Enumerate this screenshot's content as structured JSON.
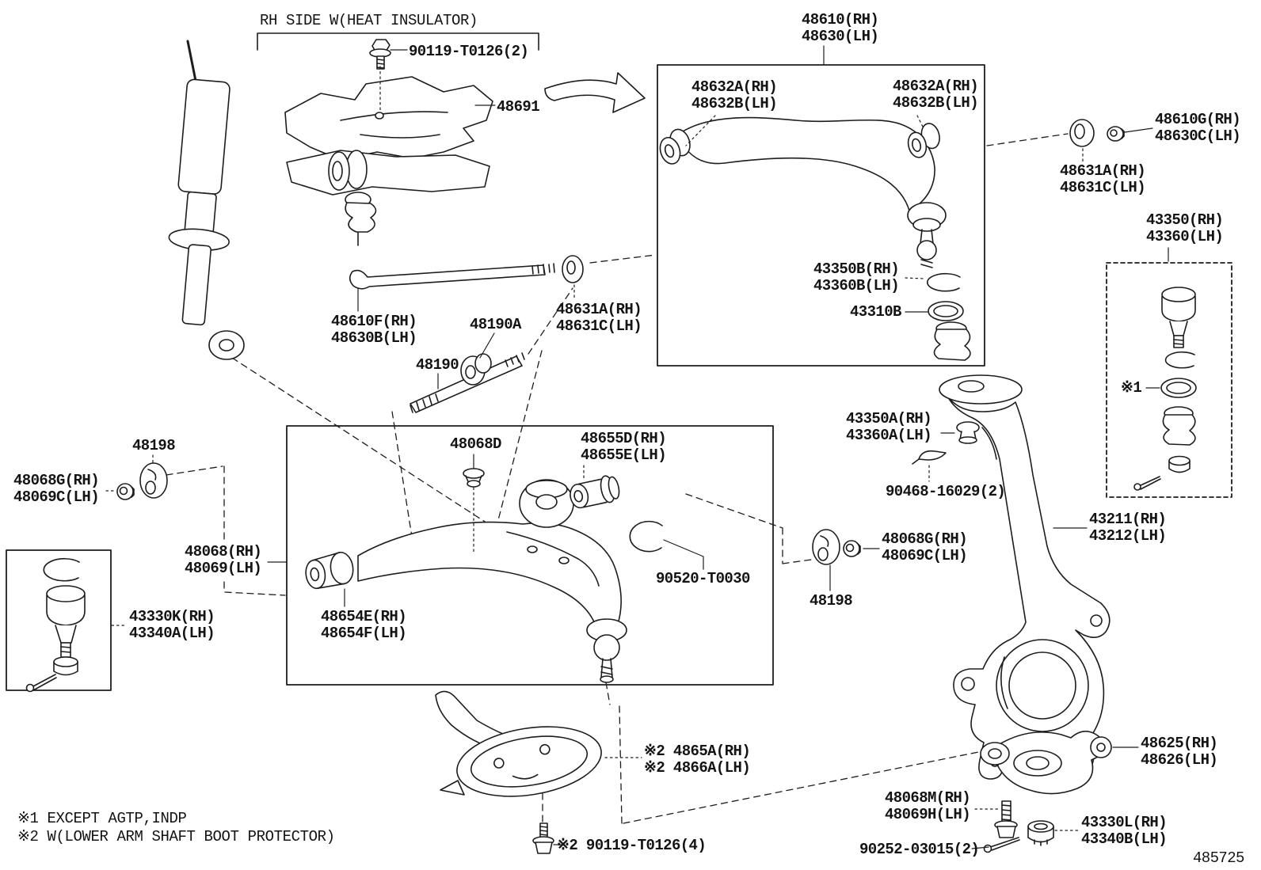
{
  "doc": {
    "figure_code": "485725",
    "heat_insulator_note": "RH SIDE W(HEAT INSULATOR)",
    "footnote1": "※1 EXCEPT AGTP,INDP",
    "footnote2": "※2 W(LOWER ARM SHAFT BOOT PROTECTOR)"
  },
  "labels": {
    "l90119_2": {
      "l1": "90119-T0126(2)"
    },
    "l48691": {
      "l1": "48691"
    },
    "l48610": {
      "l1": "48610(RH)",
      "l2": "48630(LH)"
    },
    "l48632a_l": {
      "l1": "48632A(RH)",
      "l2": "48632B(LH)"
    },
    "l48632a_r": {
      "l1": "48632A(RH)",
      "l2": "48632B(LH)"
    },
    "l48610g": {
      "l1": "48610G(RH)",
      "l2": "48630C(LH)"
    },
    "l48631a_r": {
      "l1": "48631A(RH)",
      "l2": "48631C(LH)"
    },
    "l43350": {
      "l1": "43350(RH)",
      "l2": "43360(LH)"
    },
    "l43350b": {
      "l1": "43350B(RH)",
      "l2": "43360B(LH)"
    },
    "l43310b": {
      "l1": "43310B"
    },
    "l48610f": {
      "l1": "48610F(RH)",
      "l2": "48630B(LH)"
    },
    "l48190a": {
      "l1": "48190A"
    },
    "l48190": {
      "l1": "48190"
    },
    "l48631a_m": {
      "l1": "48631A(RH)",
      "l2": "48631C(LH)"
    },
    "l48198_l": {
      "l1": "48198"
    },
    "l48068g_l": {
      "l1": "48068G(RH)",
      "l2": "48069C(LH)"
    },
    "l43330k": {
      "l1": "43330K(RH)",
      "l2": "43340A(LH)"
    },
    "l48068": {
      "l1": "48068(RH)",
      "l2": "48069(LH)"
    },
    "l48068d": {
      "l1": "48068D"
    },
    "l48655d": {
      "l1": "48655D(RH)",
      "l2": "48655E(LH)"
    },
    "l48654e": {
      "l1": "48654E(RH)",
      "l2": "48654F(LH)"
    },
    "l90520": {
      "l1": "90520-T0030"
    },
    "l43350a": {
      "l1": "43350A(RH)",
      "l2": "43360A(LH)"
    },
    "l90468": {
      "l1": "90468-16029(2)"
    },
    "l48068g_r": {
      "l1": "48068G(RH)",
      "l2": "48069C(LH)"
    },
    "l48198_r": {
      "l1": "48198"
    },
    "l43211": {
      "l1": "43211(RH)",
      "l2": "43212(LH)"
    },
    "lx1": {
      "l1": "※1"
    },
    "l4865a": {
      "l1": "※2 4865A(RH)",
      "l2": "※2 4866A(LH)"
    },
    "l48625": {
      "l1": "48625(RH)",
      "l2": "48626(LH)"
    },
    "l48068m": {
      "l1": "48068M(RH)",
      "l2": "48069H(LH)"
    },
    "l43330l": {
      "l1": "43330L(RH)",
      "l2": "43340B(LH)"
    },
    "l90252": {
      "l1": "90252-03015(2)"
    },
    "l90119_4": {
      "l1": "※2 90119-T0126(4)"
    }
  }
}
